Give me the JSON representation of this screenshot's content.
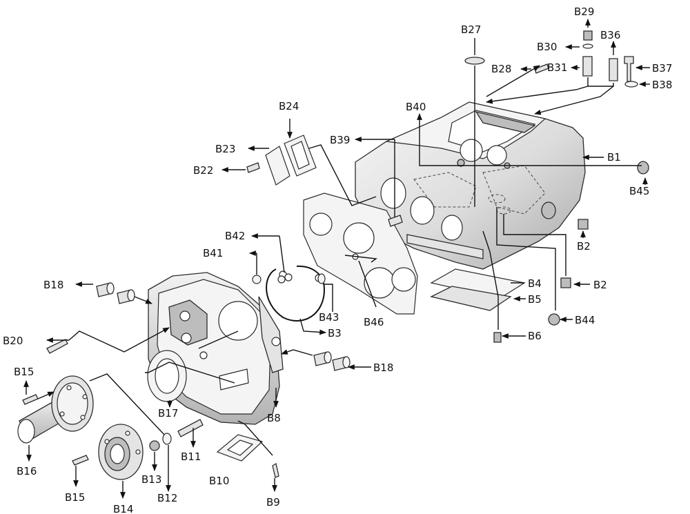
{
  "labels": {
    "B1": "B1",
    "B2a": "B2",
    "B2b": "B2",
    "B3": "B3",
    "B4": "B4",
    "B5": "B5",
    "B6": "B6",
    "B8": "B8",
    "B9": "B9",
    "B10": "B10",
    "B11": "B11",
    "B12": "B12",
    "B13": "B13",
    "B14": "B14",
    "B15a": "B15",
    "B15b": "B15",
    "B16": "B16",
    "B17": "B17",
    "B18a": "B18",
    "B18b": "B18",
    "B20": "B20",
    "B22": "B22",
    "B23": "B23",
    "B24": "B24",
    "B27": "B27",
    "B28": "B28",
    "B29": "B29",
    "B30": "B30",
    "B31": "B31",
    "B36": "B36",
    "B37": "B37",
    "B38": "B38",
    "B39": "B39",
    "B40": "B40",
    "B41": "B41",
    "B42": "B42",
    "B43": "B43",
    "B44": "B44",
    "B45": "B45",
    "B46": "B46"
  }
}
